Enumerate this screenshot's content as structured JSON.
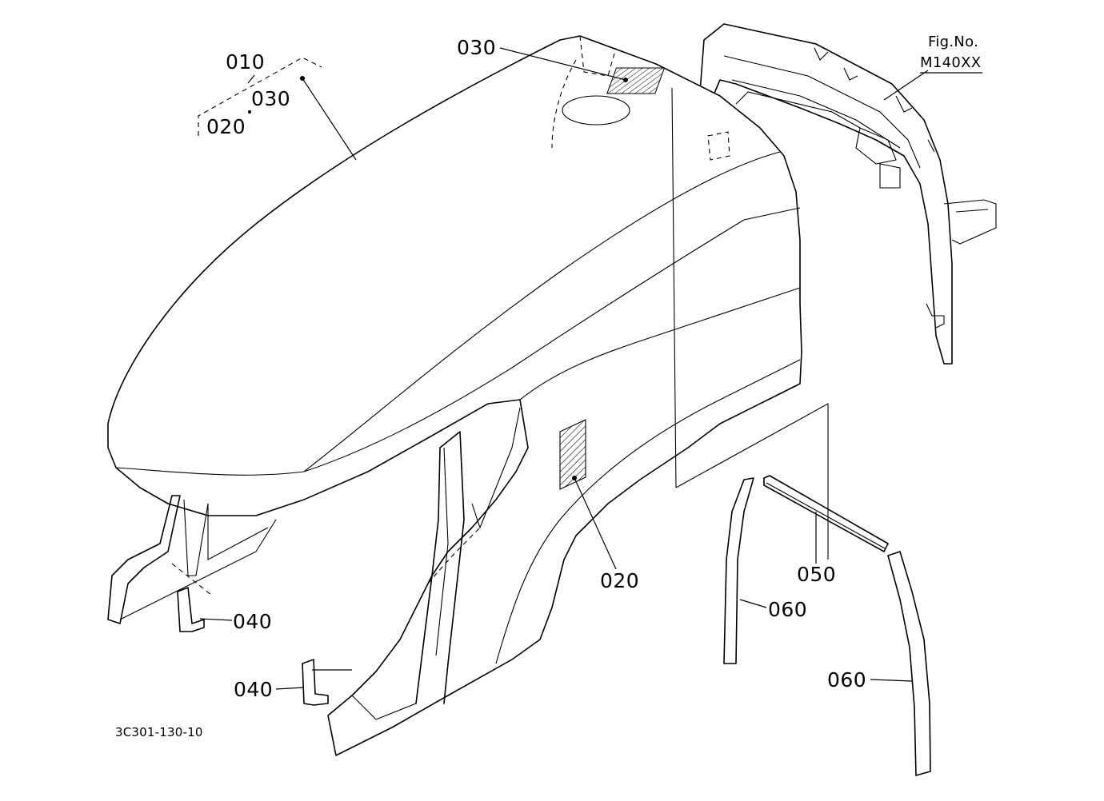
{
  "figure": {
    "fig_label": "Fig.No.",
    "fig_number": "M140XX",
    "drawing_code": "3C301-130-10"
  },
  "callouts": {
    "group_010": "010",
    "group_030": "030",
    "group_020": "020",
    "part_030": "030",
    "part_020": "020",
    "part_040_left": "040",
    "part_040_bottom": "040",
    "part_050": "050",
    "part_060_upper": "060",
    "part_060_lower": "060"
  }
}
